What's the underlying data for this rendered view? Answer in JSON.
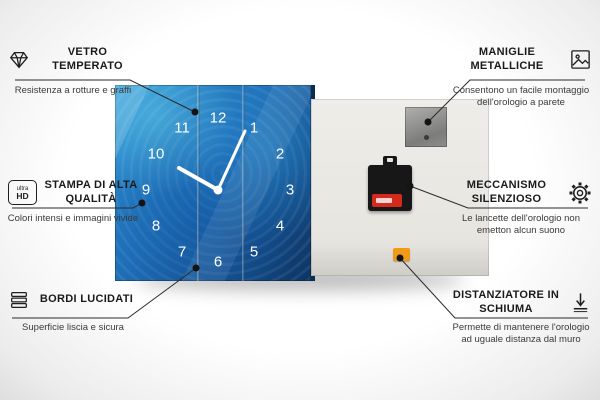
{
  "callouts": {
    "vetro": {
      "title": "VETRO TEMPERATO",
      "desc": "Resistenza a rotture e graffi"
    },
    "stampa": {
      "title": "STAMPA DI ALTA QUALITÀ",
      "desc": "Colori intensi e immagini vivide"
    },
    "bordi": {
      "title": "BORDI LUCIDATI",
      "desc": "Superficie liscia e sicura"
    },
    "maniglie": {
      "title": "MANIGLIE METALLICHE",
      "desc": "Consentono un facile montaggio dell'orologio a parete"
    },
    "meccanismo": {
      "title": "MECCANISMO SILENZIOSO",
      "desc": "Le lancette dell'orologio non emetton alcun suono"
    },
    "distanziatore": {
      "title": "DISTANZIATORE IN SCHIUMA",
      "desc": "Permette di mantenere l'orologio ad uguale distanza dal muro"
    }
  },
  "icons": {
    "ultra_hd_line1": "ultra",
    "ultra_hd_line2": "HD"
  },
  "clock": {
    "numbers": [
      "1",
      "2",
      "3",
      "4",
      "5",
      "6",
      "7",
      "8",
      "9",
      "10",
      "11",
      "12"
    ],
    "time_shown": "10:05"
  },
  "colors": {
    "clock_blue": "#1f6db5",
    "foam_orange": "#f29a18",
    "battery_red": "#d42a1e",
    "line_black": "#2b2b2b"
  }
}
